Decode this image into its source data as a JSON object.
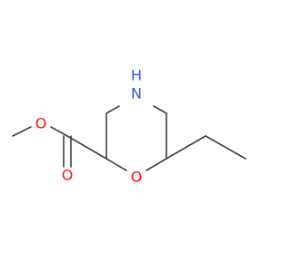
{
  "molecule": {
    "atoms": {
      "nh": {
        "label": "H",
        "element": "H",
        "color": "#3050f8"
      },
      "n": {
        "label": "N",
        "element": "N",
        "color": "#3050f8"
      },
      "o_ring": {
        "label": "O",
        "element": "O",
        "color": "#ff0d0d"
      },
      "o_ester": {
        "label": "O",
        "element": "O",
        "color": "#ff0d0d"
      },
      "o_carbonyl": {
        "label": "O",
        "element": "O",
        "color": "#ff0d0d"
      }
    },
    "bond_color": "#404040"
  }
}
